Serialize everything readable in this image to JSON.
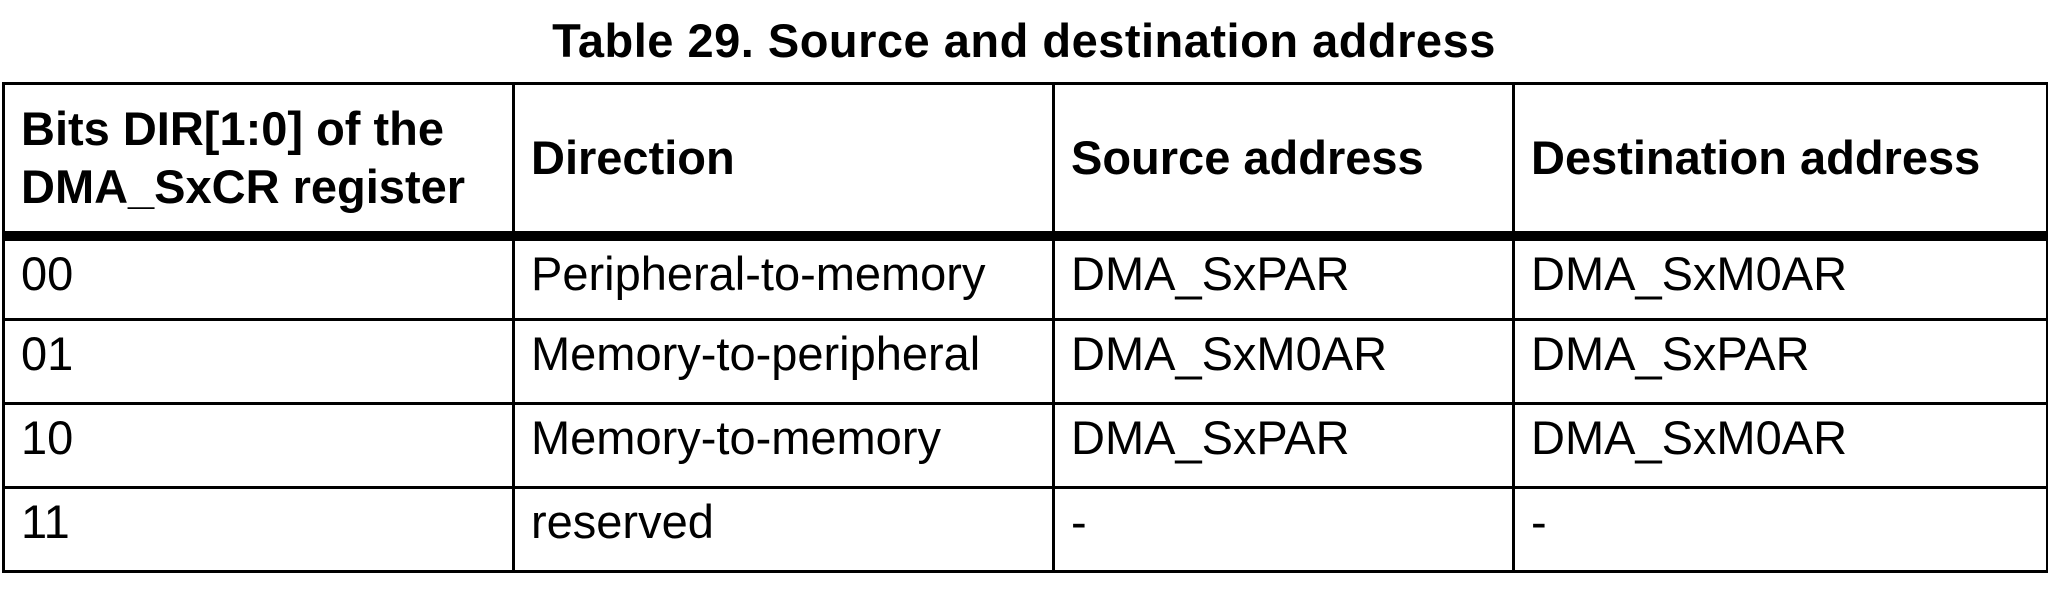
{
  "title": "Table 29. Source and destination address",
  "table": {
    "columns": [
      {
        "label": "Bits DIR[1:0] of the DMA_SxCR register"
      },
      {
        "label": "Direction"
      },
      {
        "label": "Source address"
      },
      {
        "label": "Destination address"
      }
    ],
    "rows": [
      [
        "00",
        "Peripheral-to-memory",
        "DMA_SxPAR",
        "DMA_SxM0AR"
      ],
      [
        "01",
        "Memory-to-peripheral",
        "DMA_SxM0AR",
        "DMA_SxPAR"
      ],
      [
        "10",
        "Memory-to-memory",
        "DMA_SxPAR",
        "DMA_SxM0AR"
      ],
      [
        "11",
        "reserved",
        "-",
        "-"
      ]
    ]
  },
  "colors": {
    "text": "#000000",
    "background": "#ffffff",
    "border": "#000000"
  }
}
